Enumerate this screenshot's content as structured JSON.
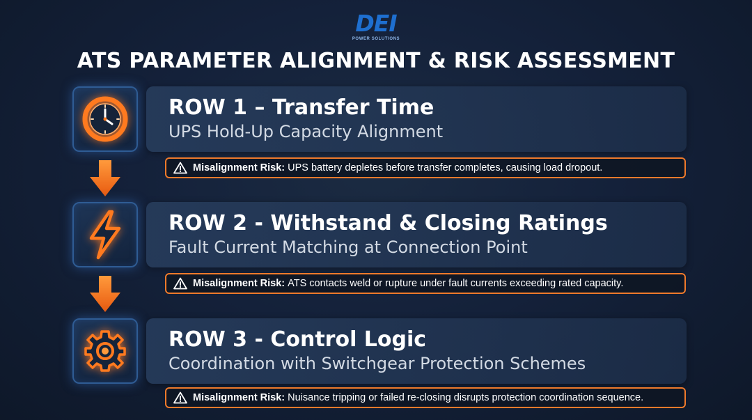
{
  "logo": {
    "main": "DEI",
    "sub": "POWER SOLUTIONS"
  },
  "title": "ATS PARAMETER ALIGNMENT & RISK ASSESSMENT",
  "rows": [
    {
      "icon": "clock-icon",
      "title": "ROW 1 – Transfer Time",
      "subtitle": "UPS Hold-Up Capacity Alignment",
      "risk_label": "Misalignment Risk:",
      "risk_text": "UPS battery depletes before transfer completes, causing load dropout."
    },
    {
      "icon": "lightning-icon",
      "title": "ROW 2 - Withstand & Closing Ratings",
      "subtitle": "Fault Current Matching at Connection Point",
      "risk_label": "Misalignment Risk:",
      "risk_text": "ATS contacts weld or rupture under fault currents exceeding rated capacity."
    },
    {
      "icon": "gear-icon",
      "title": "ROW 3 - Control Logic",
      "subtitle": "Coordination with Switchgear Protection Schemes",
      "risk_label": "Misalignment Risk:",
      "risk_text": "Nuisance tripping or failed re-closing disrupts protection coordination sequence."
    }
  ],
  "colors": {
    "accent": "#ef7a2b",
    "background": "#14213a",
    "logo_blue": "#1e6fd0",
    "icon_border": "#2f5c94"
  }
}
